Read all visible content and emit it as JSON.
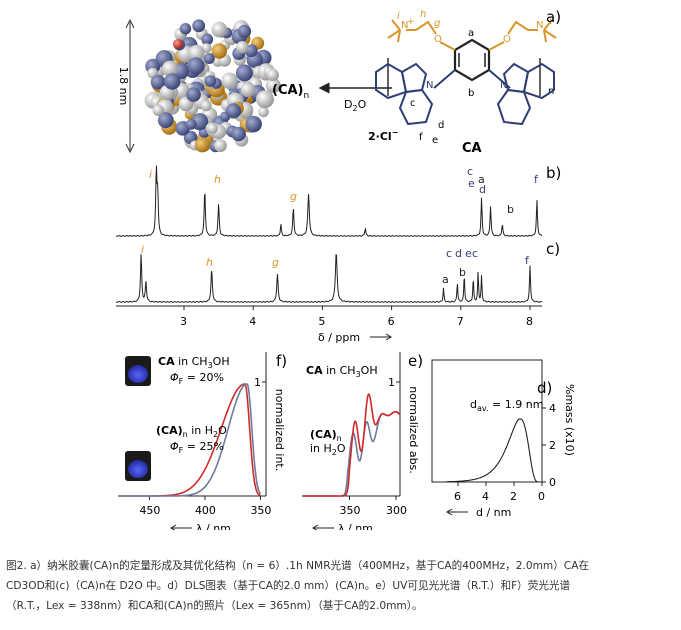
{
  "panel_a": {
    "letter": "a)",
    "size_label": "1.8 nm",
    "capsule_label": "(CA)",
    "capsule_sub": "n",
    "solvent": "D",
    "solvent_sub": "2",
    "solvent_tail": "O",
    "molecule_name": "CA",
    "counter_ion": "2·Cl",
    "counter_sup": "−",
    "repeat_n": "n",
    "proton_labels": [
      "i",
      "h",
      "g",
      "a",
      "b",
      "c",
      "d",
      "e",
      "f"
    ],
    "charge": "+",
    "atom_O": "O",
    "atom_N": "N"
  },
  "panel_b": {
    "letter": "b)",
    "peaks": [
      "i",
      "h",
      "g",
      "c",
      "e",
      "a",
      "d",
      "b",
      "f"
    ]
  },
  "panel_c": {
    "letter": "c)",
    "peaks": [
      "i",
      "h",
      "g",
      "a",
      "c",
      "d",
      "b",
      "e",
      "c",
      "f"
    ]
  },
  "nmr_axis": {
    "ticks": [
      "8",
      "7",
      "6",
      "5",
      "4",
      "3"
    ],
    "label": "δ / ppm"
  },
  "panel_d": {
    "letter": "d)",
    "annotation": "d",
    "annotation_sub": "av.",
    "annotation_value": " = 1.9 nm",
    "ylabel": "%mass (x10)",
    "yticks": [
      "0",
      "2",
      "4"
    ],
    "xticks": [
      "0",
      "2",
      "4",
      "6"
    ],
    "xlabel": "d / nm"
  },
  "panel_e": {
    "letter": "e)",
    "label1_bold": "CA",
    "label1_rest": " in CH",
    "label1_sub": "3",
    "label1_tail": "OH",
    "label2_bold": "(CA)",
    "label2_sub": "n",
    "label2_rest": "in H",
    "label2_sub2": "2",
    "label2_tail": "O",
    "ylabel": "normalized abs.",
    "ytick": "1",
    "xticks": [
      "300",
      "350"
    ],
    "xlabel": "λ / nm"
  },
  "panel_f": {
    "letter": "f)",
    "label1_bold": "CA",
    "label1_rest": " in CH",
    "label1_sub": "3",
    "label1_tail": "OH",
    "label1_phi": "Φ",
    "label1_phi_sub": "F",
    "label1_phi_val": " = 20%",
    "label2_bold": "(CA)",
    "label2_sub": "n",
    "label2_rest": " in H",
    "label2_sub2": "2",
    "label2_tail": "O",
    "label2_phi": "Φ",
    "label2_phi_sub": "F",
    "label2_phi_val": " = 25%",
    "ylabel": "normalized int.",
    "ytick": "1",
    "xticks": [
      "350",
      "400",
      "450"
    ],
    "xlabel": "λ / nm"
  },
  "caption": {
    "line1": "图2. a）纳米胶囊(CA)n的定量形成及其优化结构（n = 6）.1h NMR光谱（400MHz，基于CA的400MHz，2.0mm）CA在",
    "line2": "CD3OD和(c)（CA)n在 D2O 中。d）DLS图表（基于CA的2.0 mm）(CA)n。e）UV可见光光谱（R.T.）和F）荧光光谱",
    "line3": "（R.T.，Lex = 338nm）和CA和(CA)n的照片（Lex = 365nm）（基于CA的2.0mm）。"
  },
  "colors": {
    "orange": "#D99528",
    "navy": "#2F3F73",
    "red": "#D12A2A",
    "blue_gray": "#6E7B9C",
    "vial": "#2A33B5"
  }
}
